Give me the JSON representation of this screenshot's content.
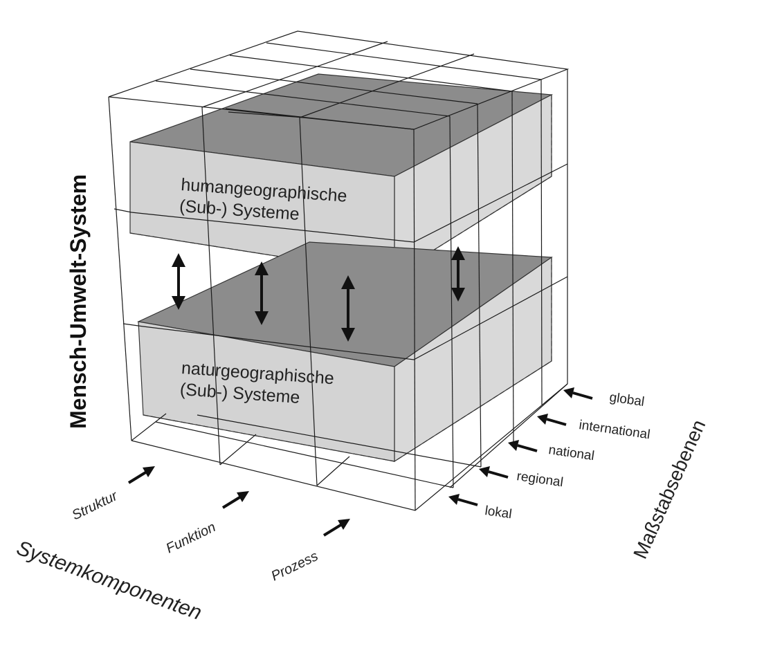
{
  "title": "Mensch-Umwelt-System",
  "upper_box": {
    "line1": "humangeographische",
    "line2": "(Sub-) Systeme"
  },
  "lower_box": {
    "line1": "naturgeographische",
    "line2": "(Sub-) Systeme"
  },
  "system_components": {
    "axis_label": "Systemkomponenten",
    "items": [
      "Struktur",
      "Funktion",
      "Prozess"
    ]
  },
  "scale_levels": {
    "axis_label": "Maßstabsebenen",
    "items": [
      "global",
      "international",
      "national",
      "regional",
      "lokal"
    ]
  }
}
